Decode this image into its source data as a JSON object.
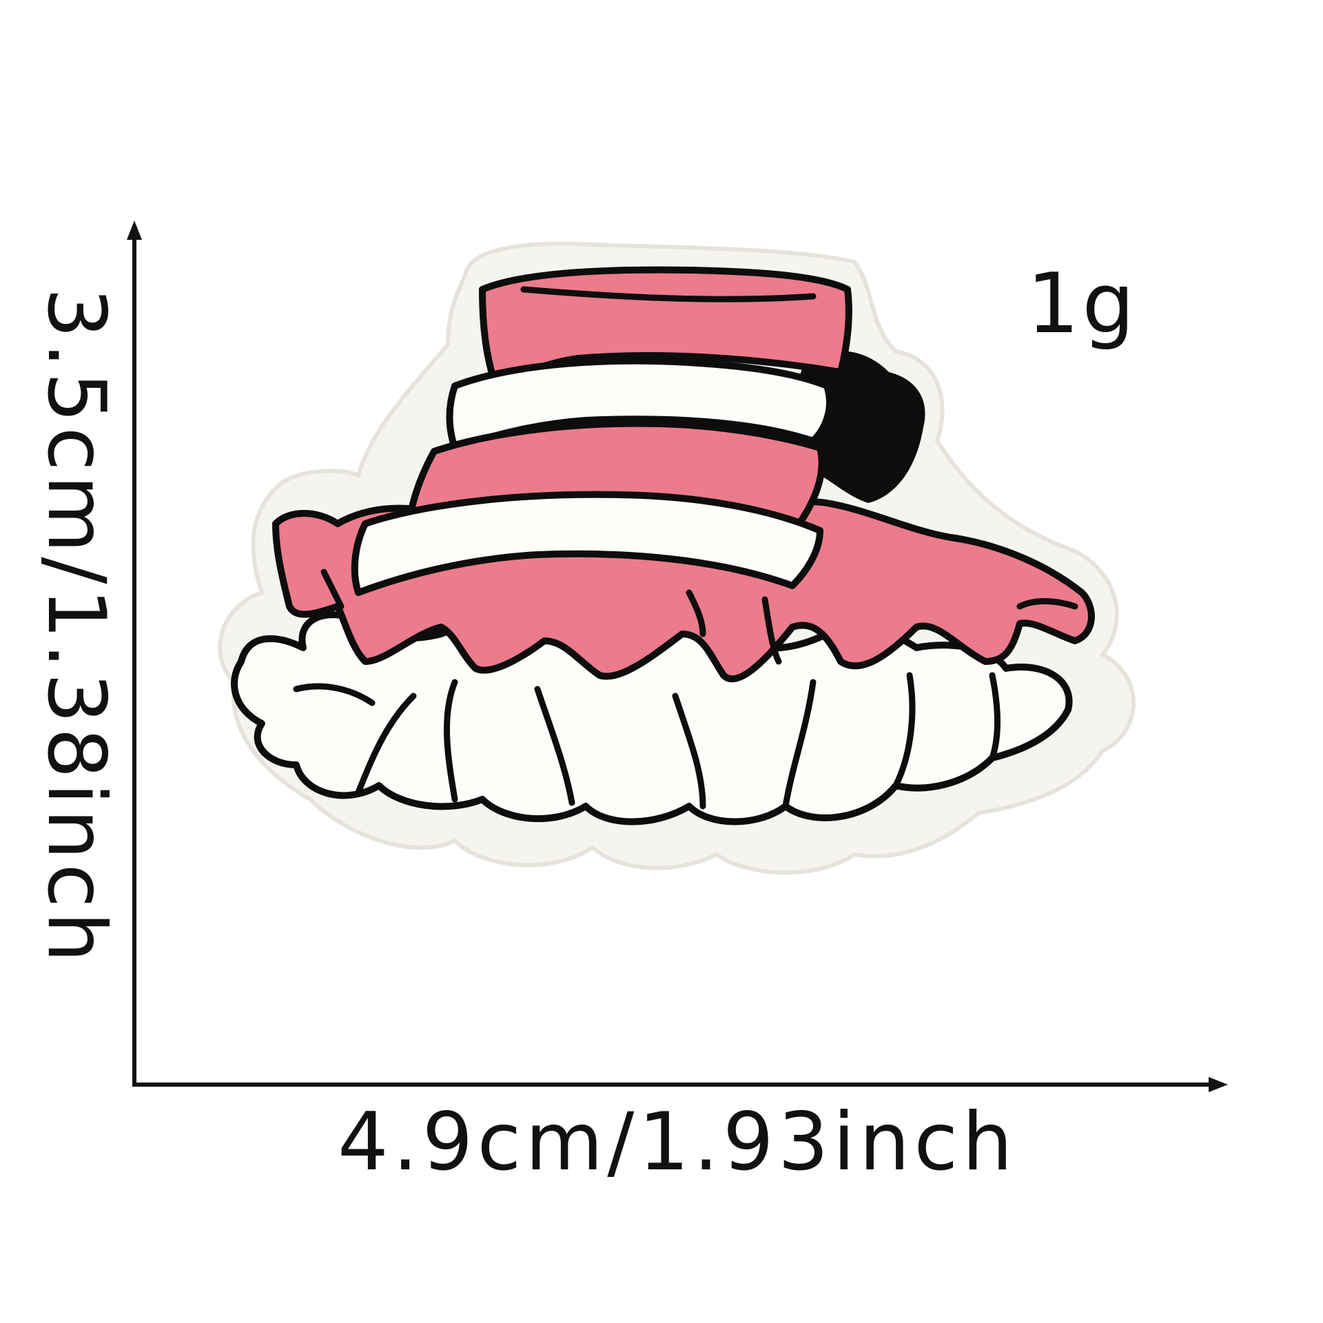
{
  "product": {
    "weight": "1g",
    "width": "4.9cm/1.93inch",
    "height": "3.5cm/1.38inch"
  },
  "colors": {
    "background": "#ffffff",
    "dimension_line": "#111111",
    "patch_pink": "#ec7b8b",
    "patch_outline": "#0d0d0d",
    "patch_white": "#fdfdfa"
  },
  "icons": {
    "patch": "pink-tutu-skirt-embroidered-patch"
  }
}
